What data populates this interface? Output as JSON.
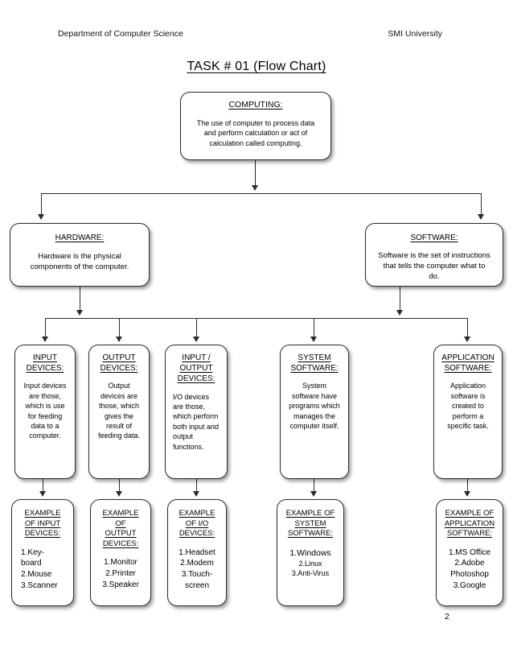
{
  "header": {
    "left": "Department of Computer Science",
    "right": "SMI University",
    "title": "TASK # 01 (Flow Chart)",
    "page_number": "2"
  },
  "diagram": {
    "type": "flowchart",
    "root": {
      "id": "computing",
      "title": "COMPUTING:",
      "body": "The use of computer to process data and perform calculation or act of calculation called computing."
    },
    "level2": [
      {
        "id": "hardware",
        "title": "HARDWARE:",
        "body": "Hardware is the physical components of the computer."
      },
      {
        "id": "software",
        "title": "SOFTWARE:",
        "body": "Software is the set of instructions that tells the computer what to do."
      }
    ],
    "level3": [
      {
        "id": "input-devices",
        "parent": "hardware",
        "title": "INPUT DEVICES:",
        "body": "Input devices are those, which is use for feeding data to a computer."
      },
      {
        "id": "output-devices",
        "parent": "hardware",
        "title": "OUTPUT DEVICES:",
        "body": "Output devices are those, which gives the result of feeding data."
      },
      {
        "id": "io-devices",
        "parent": "hardware",
        "title": "INPUT / OUTPUT DEVICES:",
        "body": "I/O devices are those, which perform both input and output functions."
      },
      {
        "id": "system-software",
        "parent": "software",
        "title": "SYSTEM SOFTWARE:",
        "body": "System software have programs which manages the computer itself."
      },
      {
        "id": "application-software",
        "parent": "software",
        "title": "APPLICATION SOFTWARE:",
        "body": "Application software is created to perform a specific task."
      }
    ],
    "level4": [
      {
        "id": "example-input-devices",
        "parent": "input-devices",
        "title": "EXAMPLE OF INPUT DEVICES:",
        "items": [
          "1.Key-board",
          " 2.Mouse",
          "3.Scanner"
        ]
      },
      {
        "id": "example-output-devices",
        "parent": "output-devices",
        "title": "EXAMPLE OF OUTPUT DEVICES:",
        "items": [
          "1.Monitor",
          "2.Printer",
          "3.Speaker"
        ]
      },
      {
        "id": "example-io-devices",
        "parent": "io-devices",
        "title": "EXAMPLE OF I/O DEVICES:",
        "items": [
          "1.Headset",
          "2.Modem",
          "3.Touch-screen"
        ]
      },
      {
        "id": "example-system-software",
        "parent": "system-software",
        "title": "EXAMPLE OF SYSTEM SOFTWARE:",
        "items": [
          "1.Windows",
          "2.Linux",
          "3.Anti-Virus"
        ]
      },
      {
        "id": "example-application-software",
        "parent": "application-software",
        "title": "EXAMPLE OF APPLICATION SOFTWARE:",
        "items": [
          "1.MS Office",
          "2.Adobe Photoshop",
          "3.Google"
        ]
      }
    ]
  },
  "text": {
    "computing_body_l1": "The use of computer to process data",
    "computing_body_l2": "and perform calculation or act of",
    "computing_body_l3": "calculation called computing.",
    "hardware_title": "HARDWARE:",
    "hardware_body_l1": "Hardware is the physical",
    "hardware_body_l2": "components of the computer.",
    "software_title": "SOFTWARE:",
    "software_body_l1": "Software is the set of instructions",
    "software_body_l2": "that tells the computer what to",
    "software_body_l3": "do.",
    "computing_title": "COMPUTING:",
    "input_title_l1": "INPUT",
    "input_title_l2": "DEVICES:",
    "input_body": "Input devices are those, which is use for feeding data to a computer.",
    "output_title_l1": "OUTPUT",
    "output_title_l2": "DEVICES:",
    "output_body": "Output devices are those, which gives the result of feeding data.",
    "io_title_l1": "INPUT /",
    "io_title_l2": "OUTPUT",
    "io_title_l3": "DEVICES:",
    "io_body": "I/O devices are those, which perform both input and output functions.",
    "system_title_l1": "SYSTEM",
    "system_title_l2": "SOFTWARE:",
    "system_body": "System software have programs which manages the computer itself.",
    "app_title_l1": "APPLICATION",
    "app_title_l2": "SOFTWARE:",
    "app_body": "Application software is created to perform a specific task.",
    "ex_input_title_l1": "EXAMPLE",
    "ex_input_title_l2": "OF INPUT",
    "ex_input_title_l3": "DEVICES:",
    "ex_input_i1": "1.Key-",
    "ex_input_i1b": "board",
    "ex_input_i2": " 2.Mouse",
    "ex_input_i3": "3.Scanner",
    "ex_output_title_l1": "EXAMPLE",
    "ex_output_title_l2": "OF",
    "ex_output_title_l3": "OUTPUT",
    "ex_output_title_l4": "DEVICES:",
    "ex_output_i1": "1.Monitor",
    "ex_output_i2": "2.Printer",
    "ex_output_i3": "3.Speaker",
    "ex_io_title_l1": "EXAMPLE",
    "ex_io_title_l2": "OF I/O",
    "ex_io_title_l3": "DEVICES:",
    "ex_io_i1": "1.Headset",
    "ex_io_i2": "2.Modem",
    "ex_io_i3": "3.Touch-",
    "ex_io_i3b": "screen",
    "ex_system_title_l1": "EXAMPLE OF",
    "ex_system_title_l2": "SYSTEM",
    "ex_system_title_l3": "SOFTWARE:",
    "ex_system_i1": "1.Windows",
    "ex_system_i2": "2.Linux",
    "ex_system_i3": "3.Anti-Virus",
    "ex_app_title_l1": "EXAMPLE OF",
    "ex_app_title_l2": "APPLICATION",
    "ex_app_title_l3": "SOFTWARE:",
    "ex_app_i1": "1.MS Office",
    "ex_app_i2": "2.Adobe",
    "ex_app_i2b": "Photoshop",
    "ex_app_i3": "3.Google"
  }
}
